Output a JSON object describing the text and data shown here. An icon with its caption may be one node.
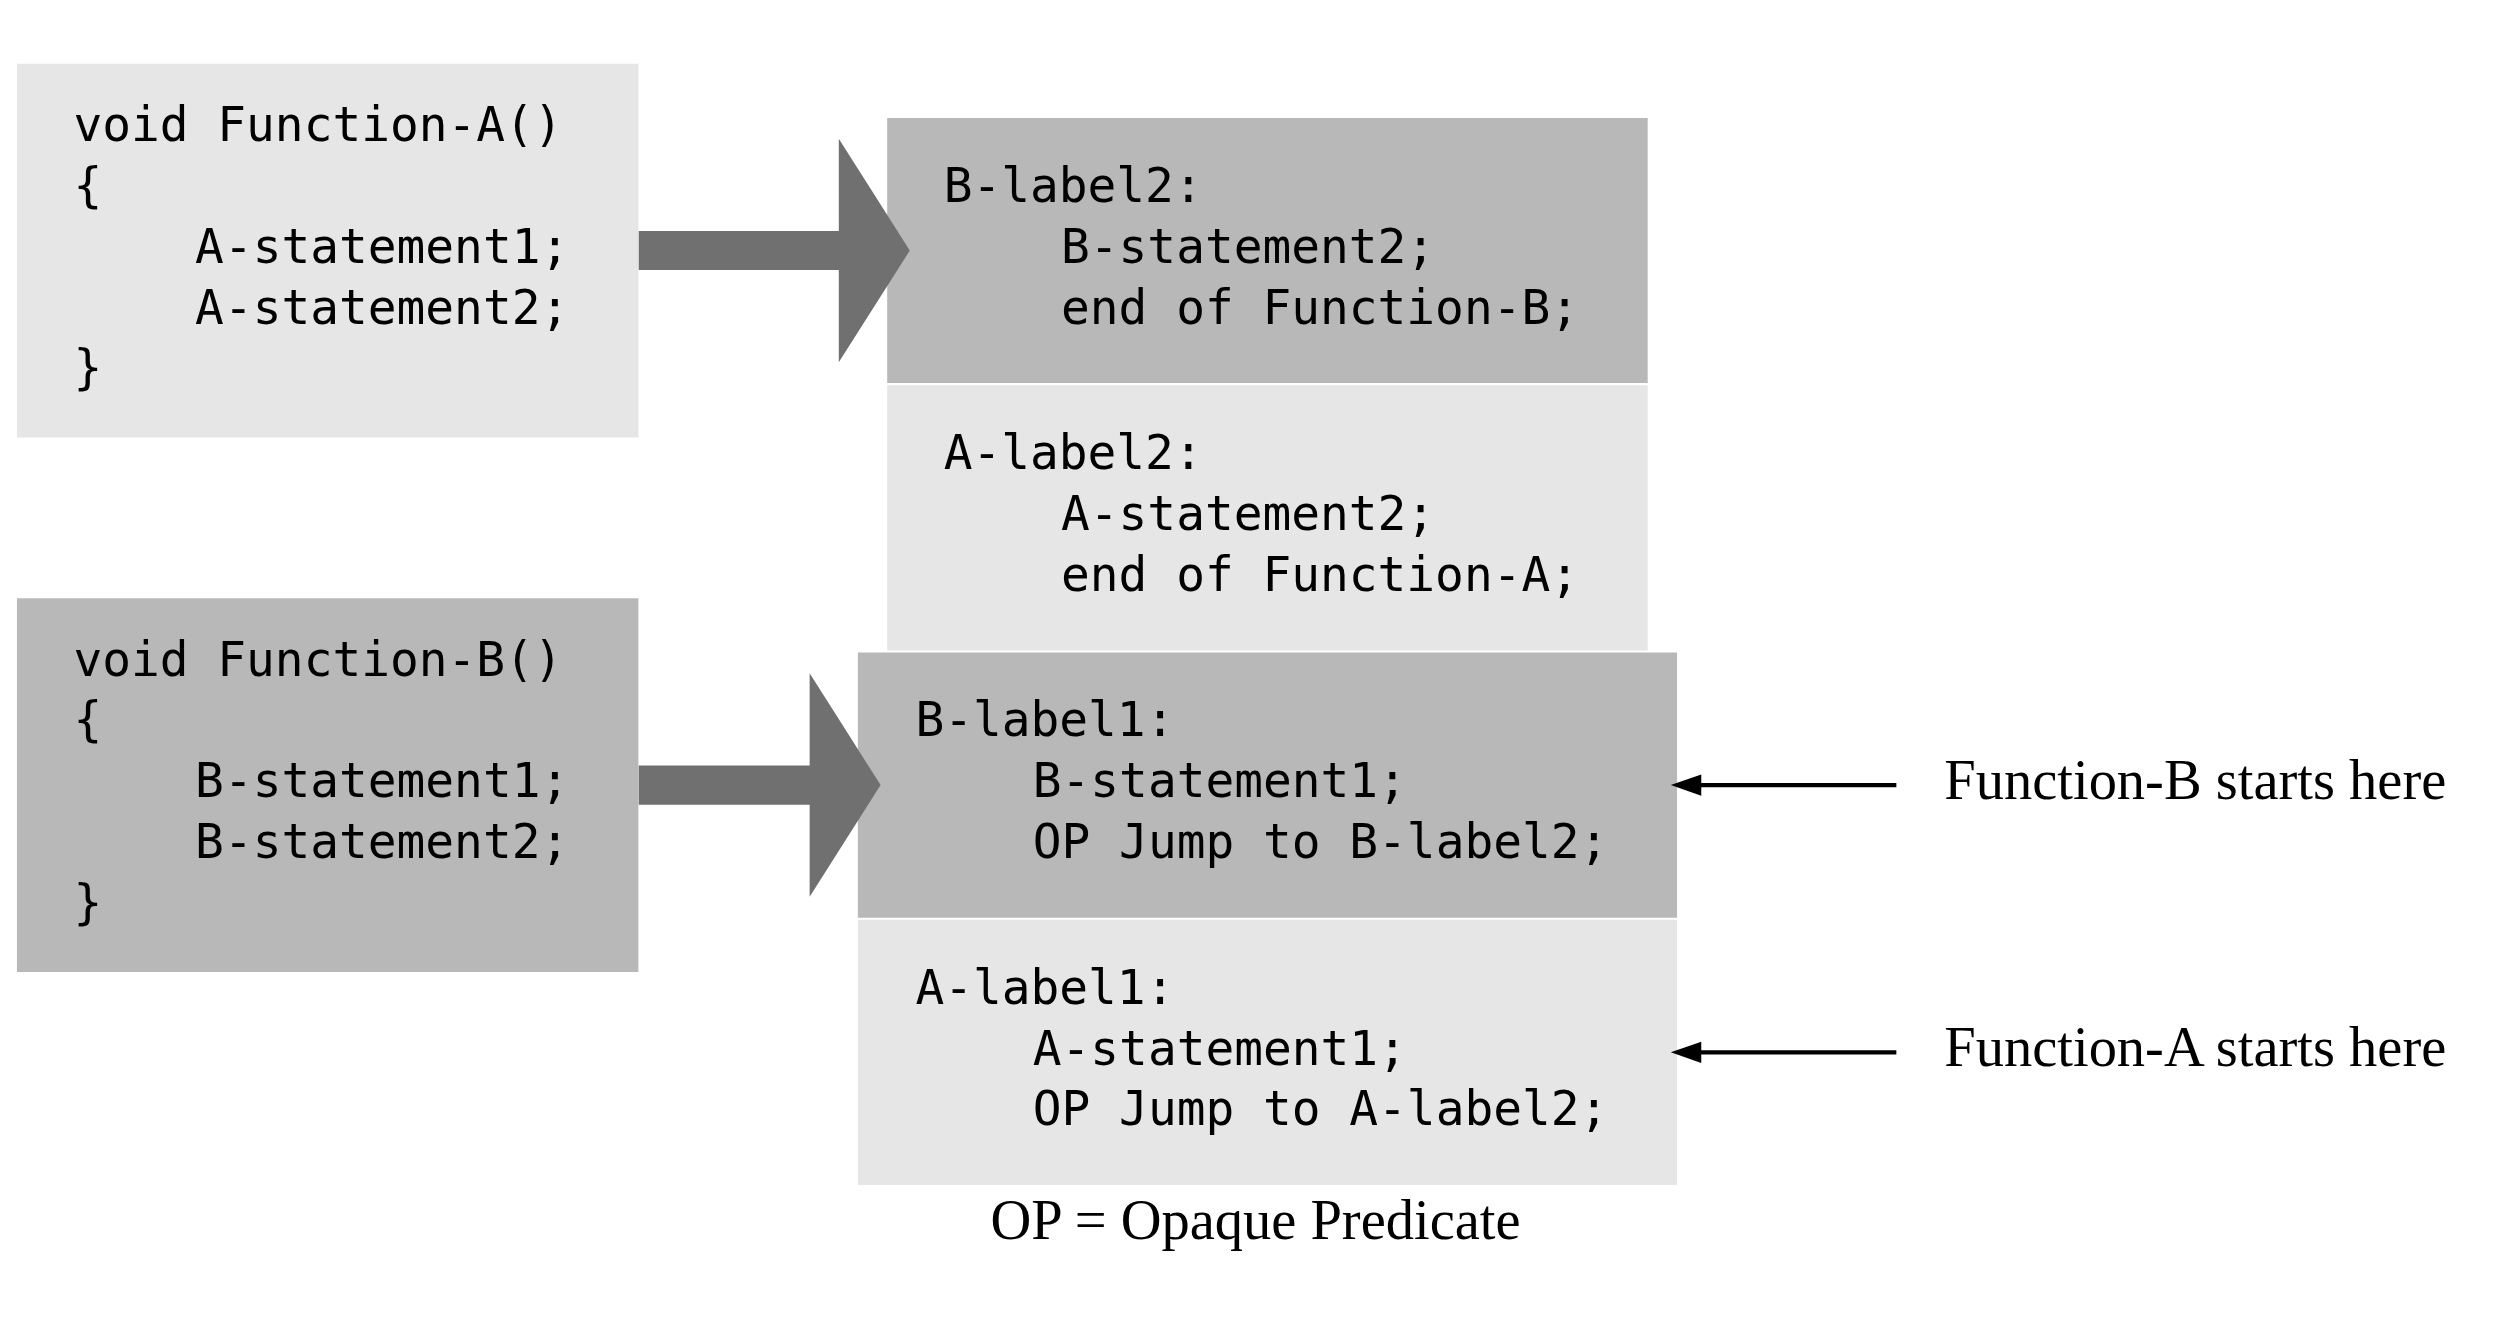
{
  "diagram": {
    "caption": "OP = Opaque Predicate",
    "nodes": [
      {
        "text": [
          "void Function-A()",
          "{",
          "A-statement1;",
          "A-statement2;",
          "}"
        ]
      },
      {
        "text": [
          "B-label2:",
          "B-statement2;",
          "end of Function-B;"
        ]
      },
      {
        "text": [
          "A-label2:",
          "A-statement2;",
          "end of Function-A;"
        ]
      },
      {
        "text": [
          "B-label1:",
          "B-statement1;",
          "OP Jump to B-label2;"
        ]
      },
      {
        "text": [
          "A-label1:",
          "A-statement1;",
          "OP Jump to A-label2;"
        ]
      },
      {
        "text": [
          "void Function-B()",
          "{",
          "B-statement1;",
          "B-statement2;",
          "}"
        ]
      },
      {
        "text": [
          "Function-B starts here"
        ]
      },
      {
        "text": [
          "Function-A starts here"
        ]
      }
    ],
    "edges": [
      {
        "from": 0,
        "to": 1,
        "arrow": "to",
        "style": "thick",
        "color": "#707070"
      },
      {
        "from": 5,
        "to": 3,
        "arrow": "to",
        "style": "thick",
        "color": "#707070"
      },
      {
        "from": 6,
        "to": 3,
        "arrow": "to",
        "color": "#000000"
      },
      {
        "from": 7,
        "to": 4,
        "arrow": "to",
        "color": "#000000"
      }
    ]
  }
}
